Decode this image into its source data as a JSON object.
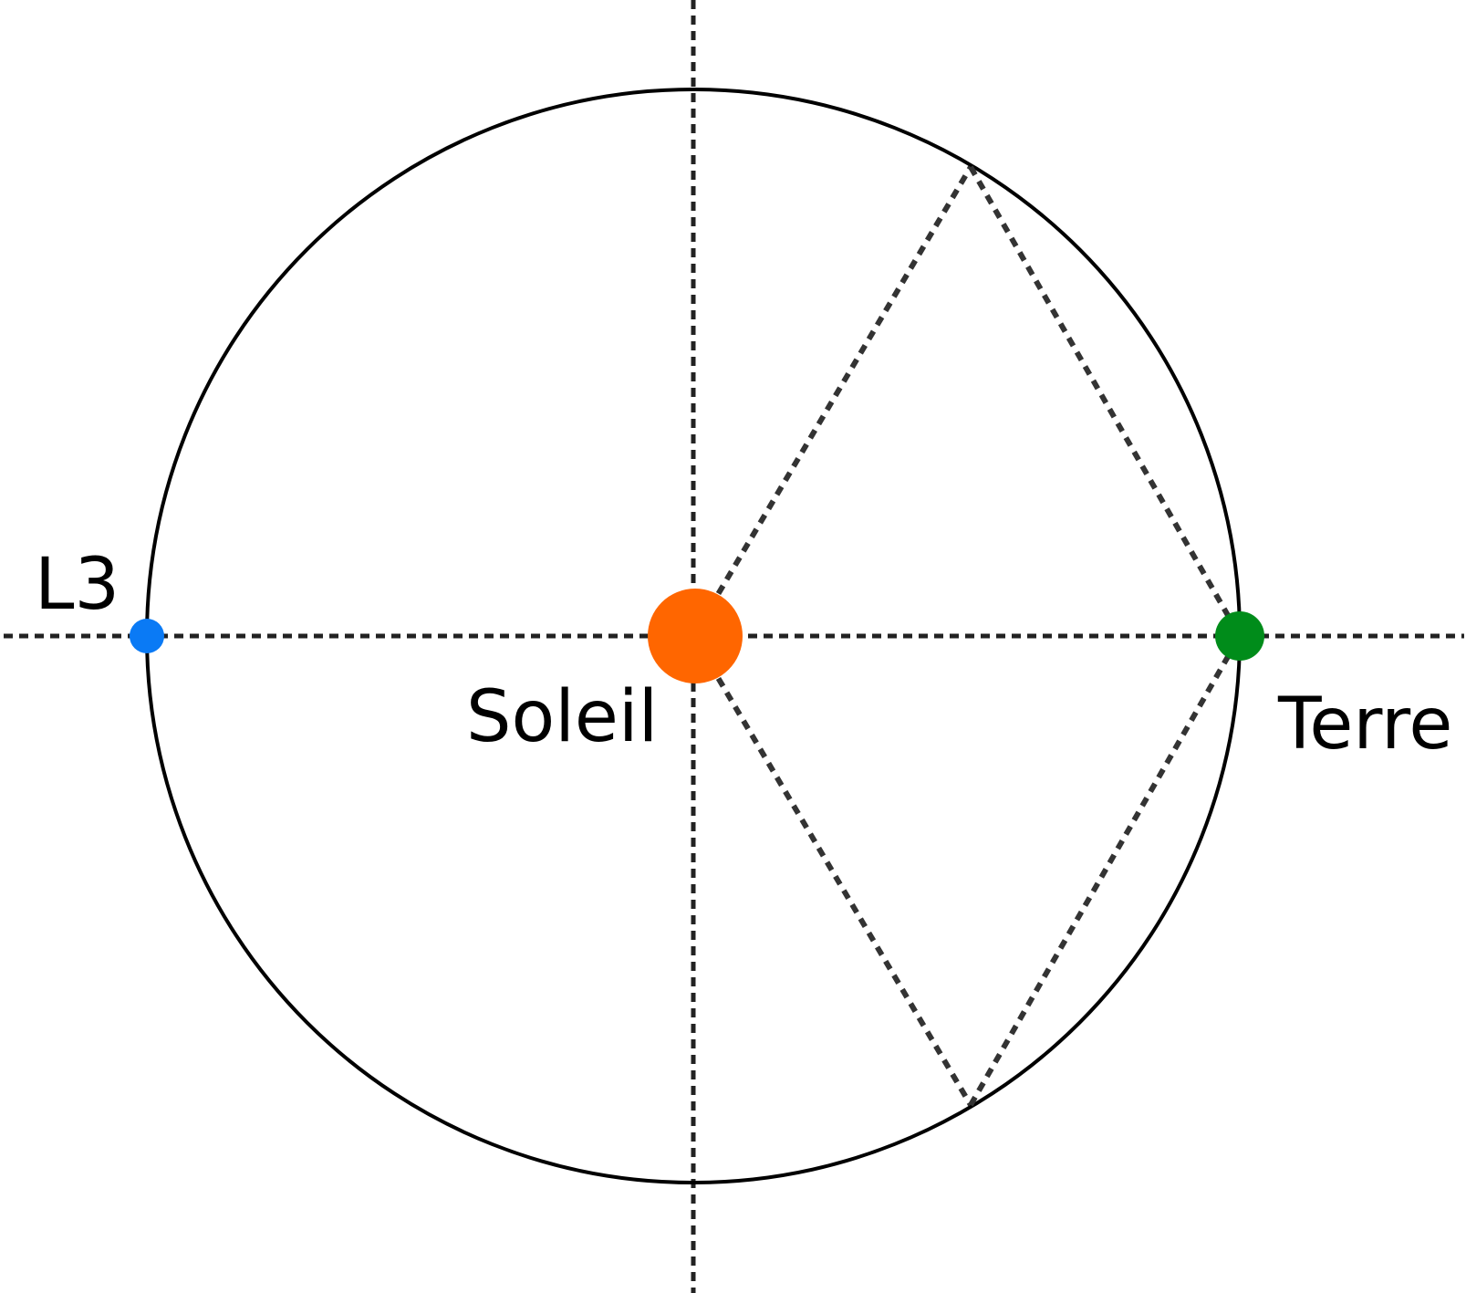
{
  "labels": {
    "l3": "L3",
    "sun": "Soleil",
    "earth": "Terre"
  },
  "colors": {
    "sun": "#ff6600",
    "earth": "#008c1a",
    "l3": "#0a7af5",
    "orbit": "#000000",
    "dashed": "#222222",
    "background": "#ffffff"
  }
}
